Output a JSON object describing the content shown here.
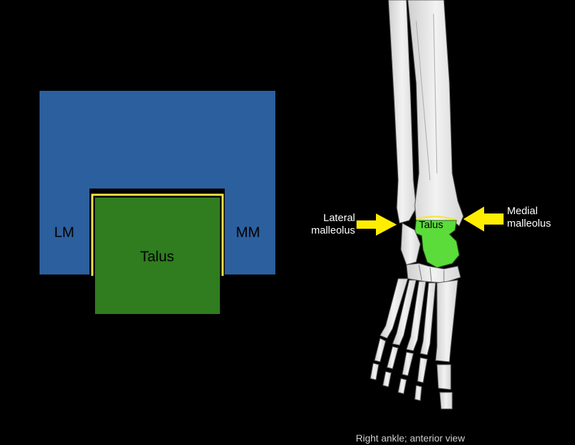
{
  "schematic": {
    "lm_label": "LM",
    "mm_label": "MM",
    "talus_label": "Talus"
  },
  "anatomy": {
    "lateral_label": "Lateral malleolus",
    "medial_label": "Medial malleolus",
    "talus_label": "Talus",
    "caption": "Right ankle; anterior view"
  },
  "colors": {
    "background": "#000000",
    "mortise_blue": "#2c5f9e",
    "talus_green": "#2f7d1f",
    "talus_bright_green": "#5bdc3a",
    "cartilage_yellow": "#f2e64a",
    "arrow_yellow": "#ffee00",
    "bone": "#e6e6e6"
  }
}
